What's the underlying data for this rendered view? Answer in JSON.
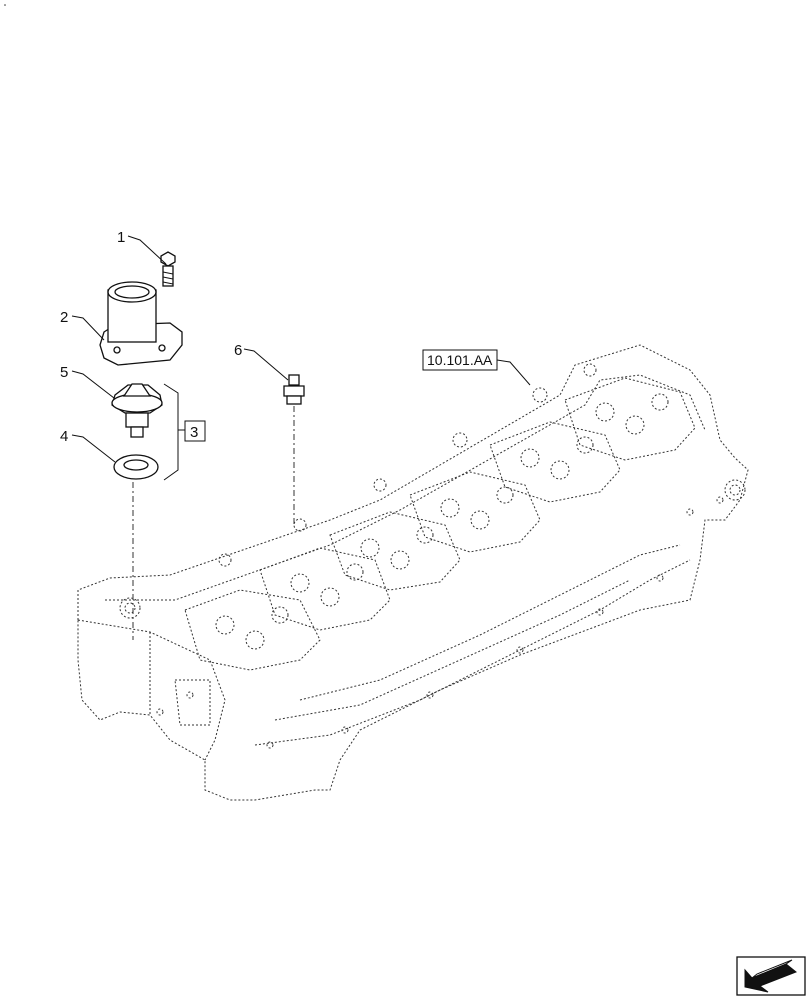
{
  "callouts": {
    "c1": "1",
    "c2": "2",
    "c3": "3",
    "c4": "4",
    "c5": "5",
    "c6": "6"
  },
  "reference": {
    "label": "10.101.AA"
  },
  "icons": {
    "corner_marker": "dot-mark",
    "nav": "next-page-arrow-icon"
  }
}
